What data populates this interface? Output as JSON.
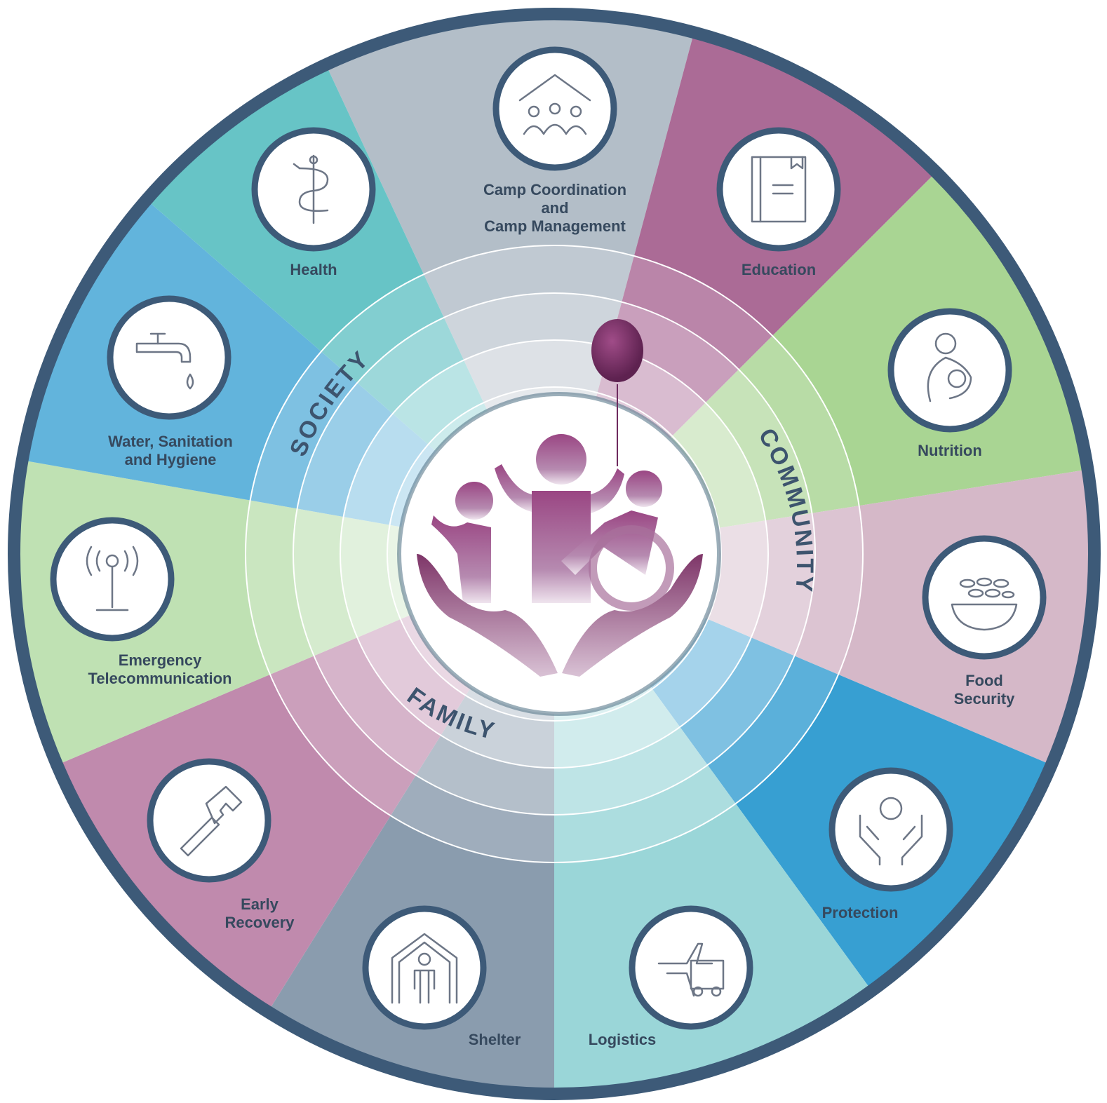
{
  "sectors": [
    {
      "id": "camp",
      "label": "Camp Coordination\nand\nCamp Management",
      "color": "#b3bec8",
      "icon": "family-shelter-icon"
    },
    {
      "id": "education",
      "label": "Education",
      "color": "#ab6b96",
      "icon": "book-icon"
    },
    {
      "id": "nutrition",
      "label": "Nutrition",
      "color": "#a9d593",
      "icon": "mother-child-icon"
    },
    {
      "id": "food_security",
      "label": "Food\nSecurity",
      "color": "#d5b8c8",
      "icon": "grain-bowl-icon"
    },
    {
      "id": "protection",
      "label": "Protection",
      "color": "#379fd2",
      "icon": "protective-hands-icon"
    },
    {
      "id": "logistics",
      "label": "Logistics",
      "color": "#9ad6d8",
      "icon": "plane-truck-icon"
    },
    {
      "id": "shelter",
      "label": "Shelter",
      "color": "#8a9cae",
      "icon": "tent-person-icon"
    },
    {
      "id": "early_recovery",
      "label": "Early\nRecovery",
      "color": "#c08aad",
      "icon": "hammer-icon"
    },
    {
      "id": "emergency_telecom",
      "label": "Emergency\nTelecommunication",
      "color": "#bfe1b3",
      "icon": "antenna-icon"
    },
    {
      "id": "wash",
      "label": "Water, Sanitation\nand Hygiene",
      "color": "#62b4dc",
      "icon": "water-tap-icon"
    },
    {
      "id": "health",
      "label": "Health",
      "color": "#67c4c6",
      "icon": "caduceus-icon"
    }
  ],
  "rings": {
    "society": "SOCIETY",
    "community": "COMMUNITY",
    "family": "FAMILY"
  },
  "colors": {
    "outer_ring": "#3d5a78",
    "center_figures": "#8e3f78",
    "balloon": "#6e2a5e",
    "label_text": "#36495e"
  }
}
